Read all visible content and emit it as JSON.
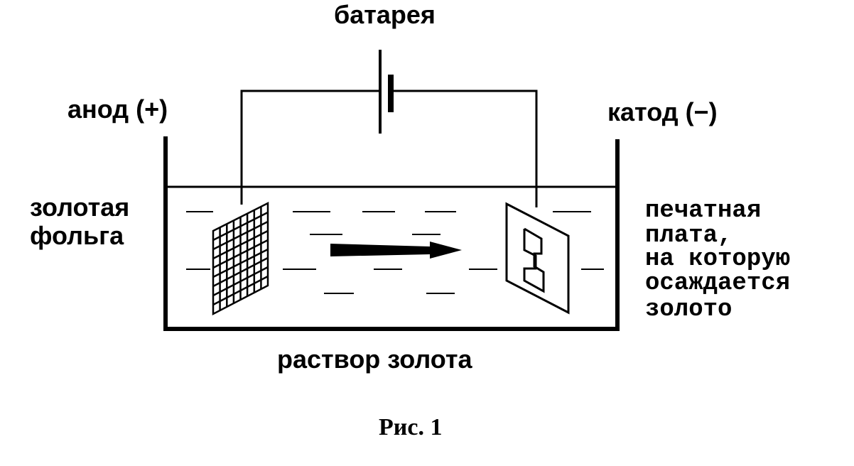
{
  "labels": {
    "battery": "батарея",
    "anode": "анод (+)",
    "cathode": "катод (−)",
    "gold_foil_line1": "золотая",
    "gold_foil_line2": "фольга",
    "board_line1": "печатная",
    "board_line2": "плата,",
    "board_line3": "на которую",
    "board_line4": "осаждается",
    "board_line5": "золото",
    "solution": "раствор золота",
    "caption": "Рис. 1"
  },
  "colors": {
    "ink": "#000000",
    "paper": "#ffffff"
  }
}
